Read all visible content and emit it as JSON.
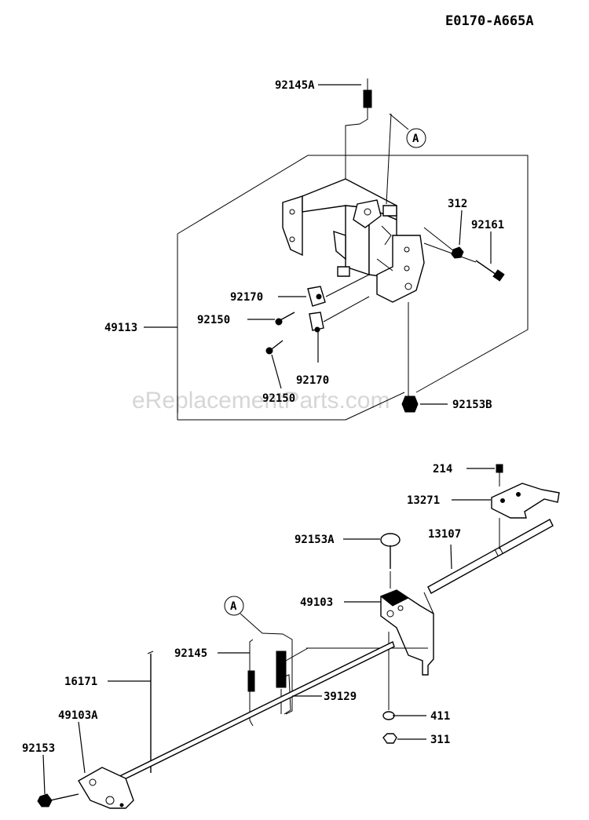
{
  "diagram_code": "E0170-A665A",
  "watermark": "eReplacementParts.com",
  "ref_marker": "A",
  "labels": {
    "p92145A": "92145A",
    "p312": "312",
    "p92161": "92161",
    "p92170a": "92170",
    "p92150a": "92150",
    "p49113": "49113",
    "p92170b": "92170",
    "p92150b": "92150",
    "p92153B": "92153B",
    "p214": "214",
    "p13271": "13271",
    "p92153A": "92153A",
    "p13107": "13107",
    "p49103": "49103",
    "p92145": "92145",
    "p16171": "16171",
    "p39129": "39129",
    "p49103A": "49103A",
    "p411": "411",
    "p311": "311",
    "p92153": "92153"
  }
}
